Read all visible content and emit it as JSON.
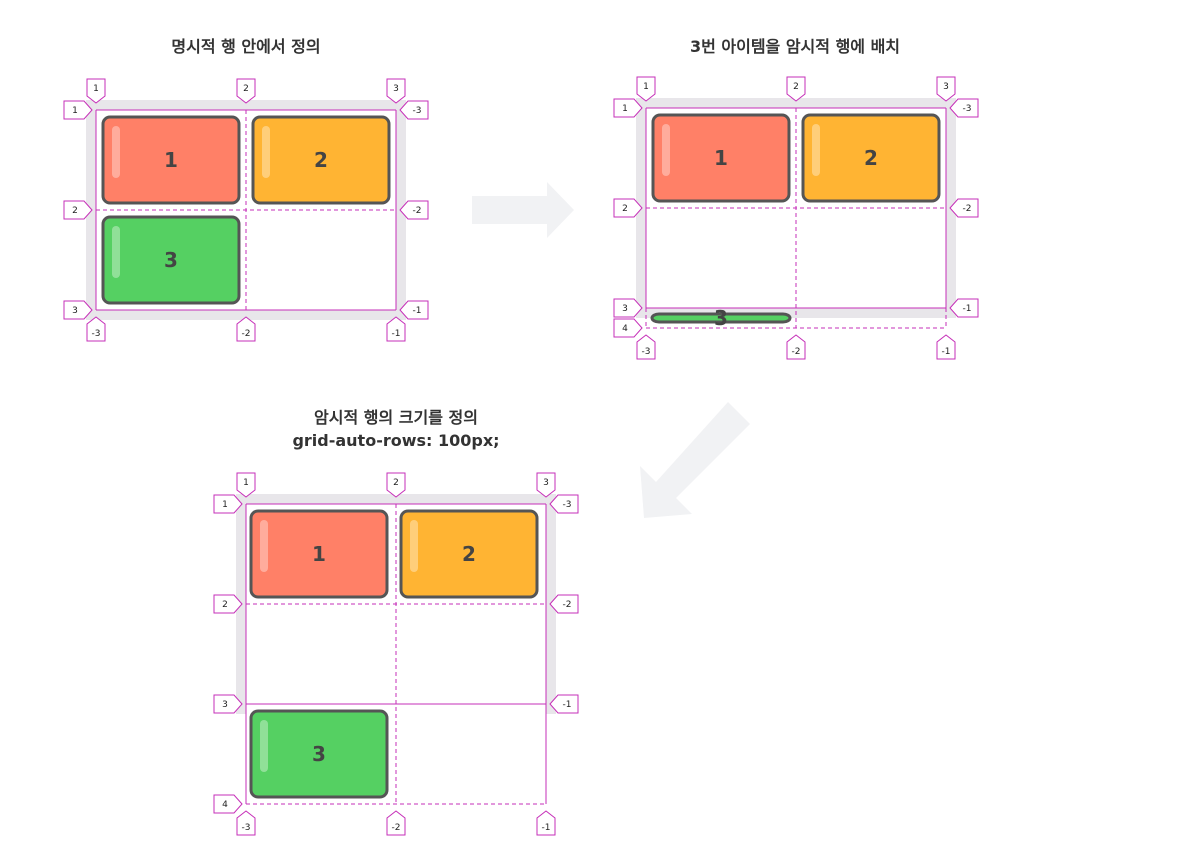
{
  "colors": {
    "grid_bg": "#e8e6ea",
    "line": "#c62fb8",
    "item1": "#ff8067",
    "item2": "#ffb433",
    "item3": "#55d062",
    "item_border": "#555555",
    "arrow": "#f1f2f4"
  },
  "titles": {
    "explicit": "명시적 행 안에서 정의",
    "implicit": "3번 아이템을 암시적 행에 배치",
    "sized_line1": "암시적 행의 크기를 정의",
    "sized_line2": "grid-auto-rows: 100px;"
  },
  "items": {
    "one": "1",
    "two": "2",
    "three": "3"
  },
  "col_tags": {
    "top": [
      "1",
      "2",
      "3"
    ],
    "bottom": [
      "-3",
      "-2",
      "-1"
    ]
  },
  "row_tags": {
    "left_explicit": [
      "1",
      "2",
      "3"
    ],
    "left_implicit": [
      "1",
      "2",
      "3",
      "4"
    ],
    "right": [
      "-3",
      "-2",
      "-1"
    ]
  },
  "icons": [
    "arrow-right-icon",
    "arrow-down-left-icon"
  ]
}
